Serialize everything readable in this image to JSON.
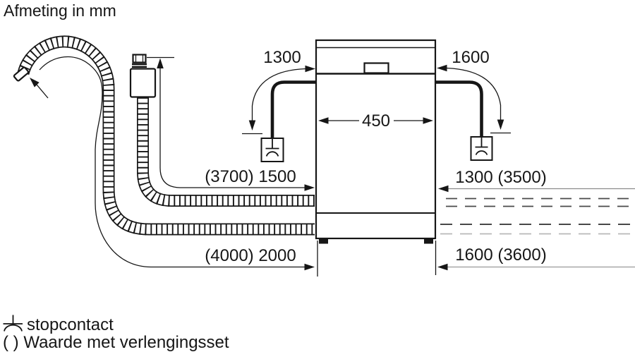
{
  "title": "Afmeting in mm",
  "dimensions": {
    "hose_left_top": "1300",
    "hose_right_top": "1600",
    "appliance_width": "450",
    "supply_left": "(3700) 1500",
    "supply_right": "1300 (3500)",
    "drain_left": "(4000) 2000",
    "drain_right": "1600 (3600)"
  },
  "legend": {
    "socket": "stopcontact",
    "note": "( ) Waarde met verlengingsset"
  },
  "colors": {
    "ink": "#161616",
    "gray_line": "#8c8c8c",
    "dash_dark": "#4a4a4a",
    "dash_light": "#b8b8b8",
    "background": "#ffffff"
  }
}
